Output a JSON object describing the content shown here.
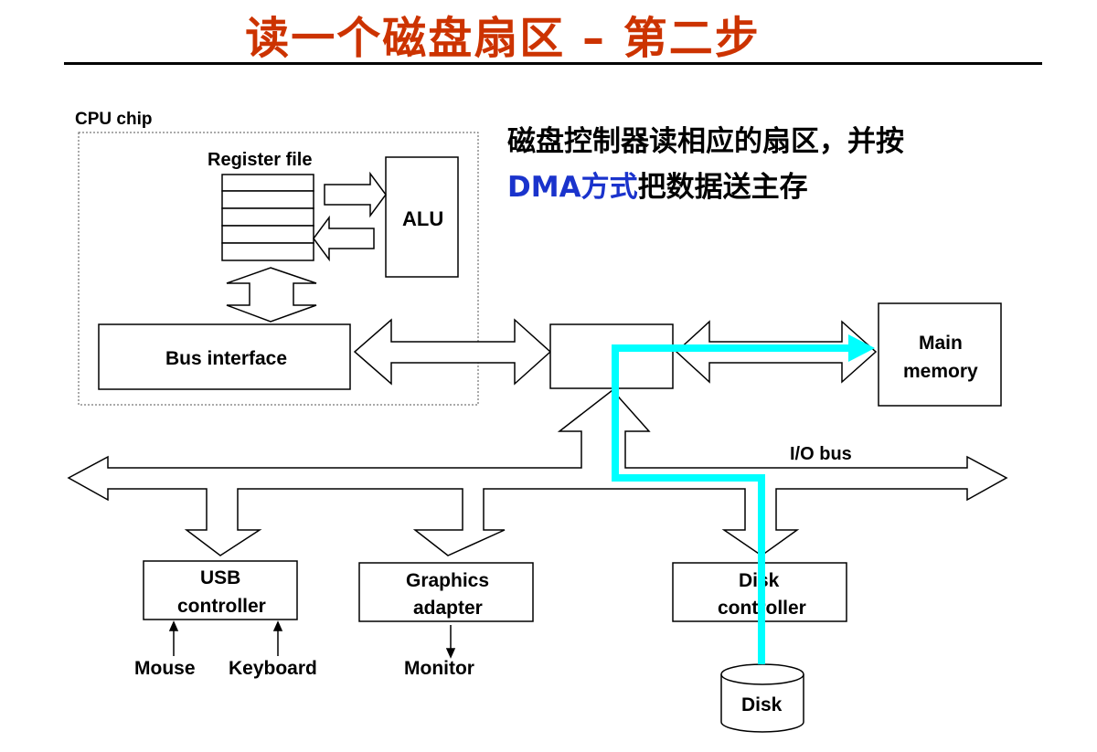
{
  "title": "读一个磁盘扇区 – 第二步",
  "caption": {
    "line1": "磁盘控制器读相应的扇区，并按",
    "line2_highlight": "DMA方式",
    "line2_rest": "把数据送主存"
  },
  "labels": {
    "cpu_chip": "CPU chip",
    "register_file": "Register file",
    "alu": "ALU",
    "bus_interface": "Bus interface",
    "main_memory_line1": "Main",
    "main_memory_line2": "memory",
    "io_bus": "I/O bus",
    "usb_line1": "USB",
    "usb_line2": "controller",
    "graphics_line1": "Graphics",
    "graphics_line2": "adapter",
    "disk_ctrl_line1": "Disk",
    "disk_ctrl_line2": "controller",
    "mouse": "Mouse",
    "keyboard": "Keyboard",
    "monitor": "Monitor",
    "disk": "Disk"
  },
  "colors": {
    "title": "#cc3300",
    "highlight": "#1a33cc",
    "dma_path": "#00ffff"
  }
}
